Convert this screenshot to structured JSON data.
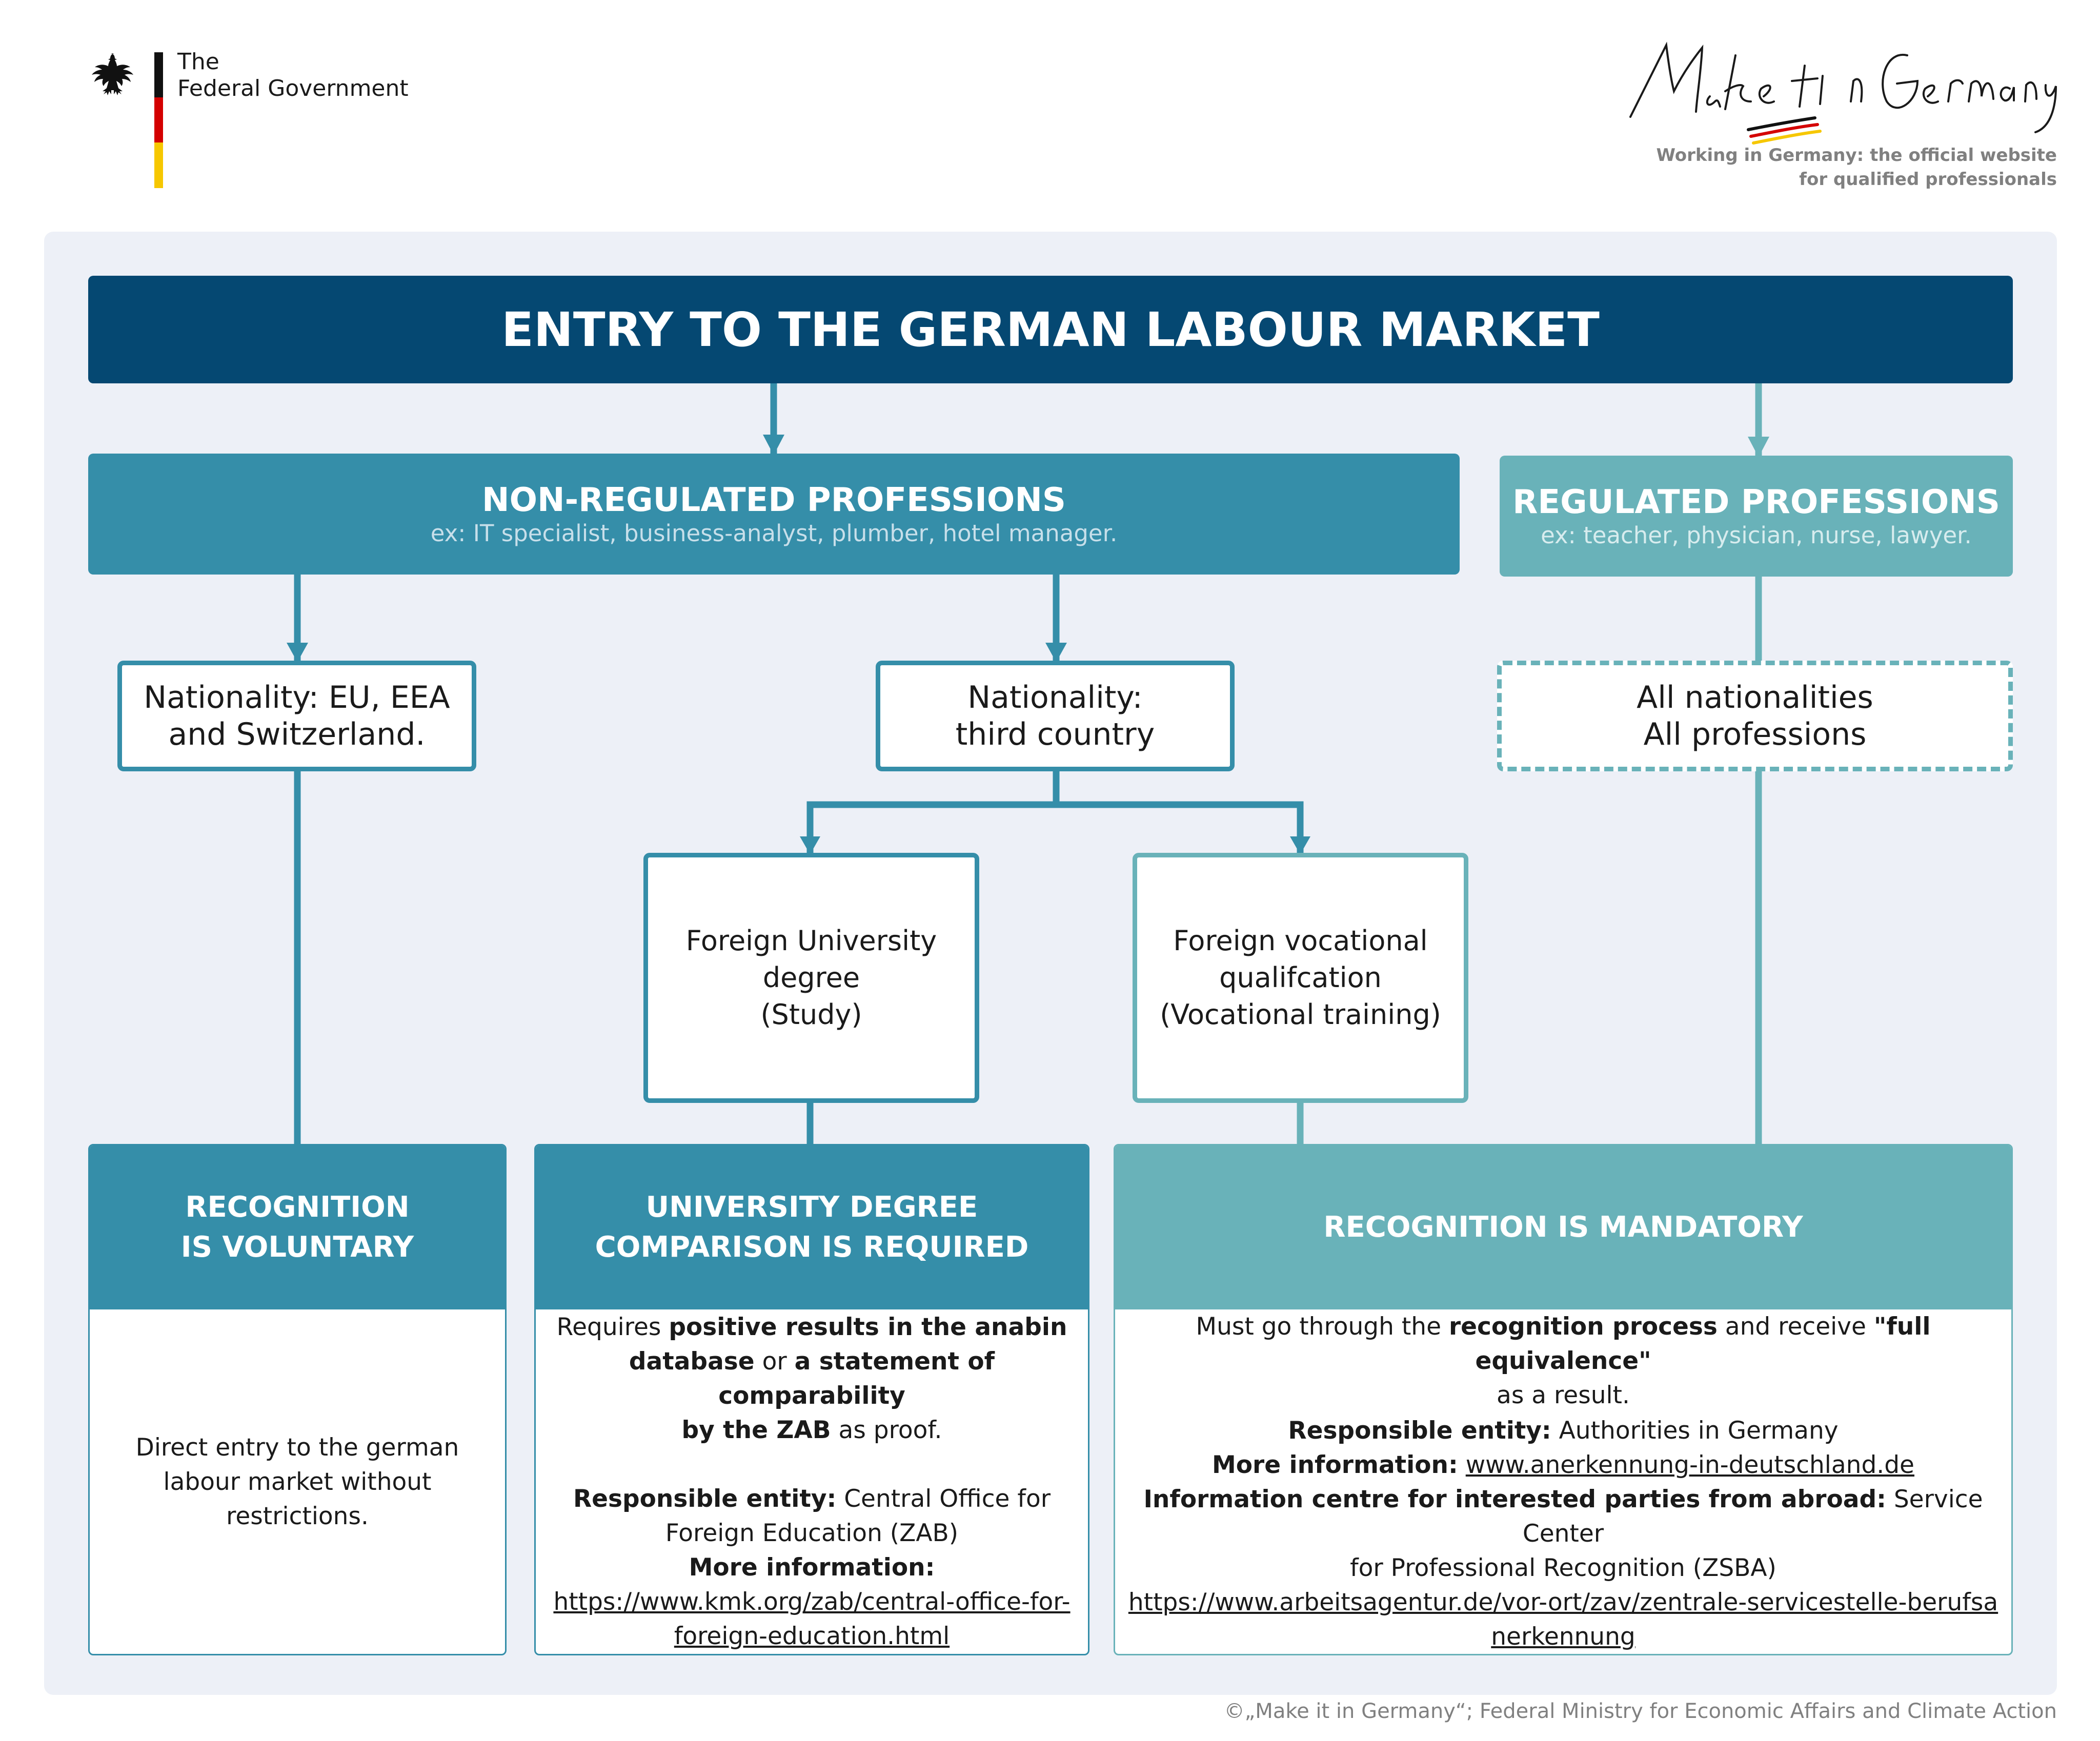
{
  "header": {
    "gov_line1": "The",
    "gov_line2": "Federal Government",
    "brand_script": "Make it in Germany",
    "tagline_line1": "Working in Germany: the official website",
    "tagline_line2": "for qualified professionals"
  },
  "colors": {
    "dark_blue": "#054872",
    "mid_blue": "#358ea9",
    "teal": "#69b2b9",
    "panel_bg": "#edf0f7"
  },
  "title": "ENTRY TO THE GERMAN LABOUR MARKET",
  "non_regulated": {
    "heading": "NON-REGULATED PROFESSIONS",
    "examples": "ex: IT specialist, business-analyst, plumber, hotel manager."
  },
  "regulated": {
    "heading": "REGULATED PROFESSIONS",
    "examples": "ex: teacher, physician, nurse, lawyer."
  },
  "nodes": {
    "eu_line1": "Nationality: EU, EEA",
    "eu_line2": "and Switzerland.",
    "third_line1": "Nationality:",
    "third_line2": "third country",
    "all_line1": "All nationalities",
    "all_line2": "All professions",
    "uni_line1": "Foreign University",
    "uni_line2": "degree",
    "uni_line3": "(Study)",
    "voc_line1": "Foreign vocational",
    "voc_line2": "qualifcation",
    "voc_line3": "(Vocational training)"
  },
  "voluntary": {
    "head_line1": "RECOGNITION",
    "head_line2": "IS VOLUNTARY",
    "body_line1": "Direct entry to the german",
    "body_line2": "labour market without",
    "body_line3": "restrictions."
  },
  "university": {
    "head_line1": "UNIVERSITY DEGREE",
    "head_line2": "COMPARISON IS REQUIRED",
    "req_prefix": "Requires ",
    "req_bold1": "positive results in the anabin",
    "req_bold2": "database",
    "req_or": " or ",
    "req_bold3": "a statement of comparability",
    "req_bold4": "by the ZAB",
    "req_suffix": " as proof.",
    "entity_label": "Responsible entity:",
    "entity_text1": " Central Office for",
    "entity_text2": "Foreign Education (ZAB)",
    "more_label": "More information:",
    "url_line1": "https://www.kmk.org/zab/central-office-for-",
    "url_line2": "foreign-education.html"
  },
  "mandatory": {
    "head": "RECOGNITION IS MANDATORY",
    "must_prefix": "Must go through the ",
    "must_bold1": "recognition process",
    "must_mid": " and receive ",
    "must_bold2": "\"full equivalence\"",
    "must_line2": "as a result.",
    "entity_label": "Responsible entity:",
    "entity_text": " Authorities in Germany",
    "more_label": "More information:",
    "more_url": "www.anerkennung-in-deutschland.de",
    "centre_label": "Information centre for interested parties from abroad:",
    "centre_text1": " Service Center",
    "centre_text2": "for Professional Recognition (ZSBA)",
    "url_line1": "https://www.arbeitsagentur.de/vor-ort/zav/zentrale-servicestelle-berufsa",
    "url_line2": "nerkennung "
  },
  "footer": "©„Make it in Germany“; Federal Ministry for Economic Affairs and Climate Action"
}
